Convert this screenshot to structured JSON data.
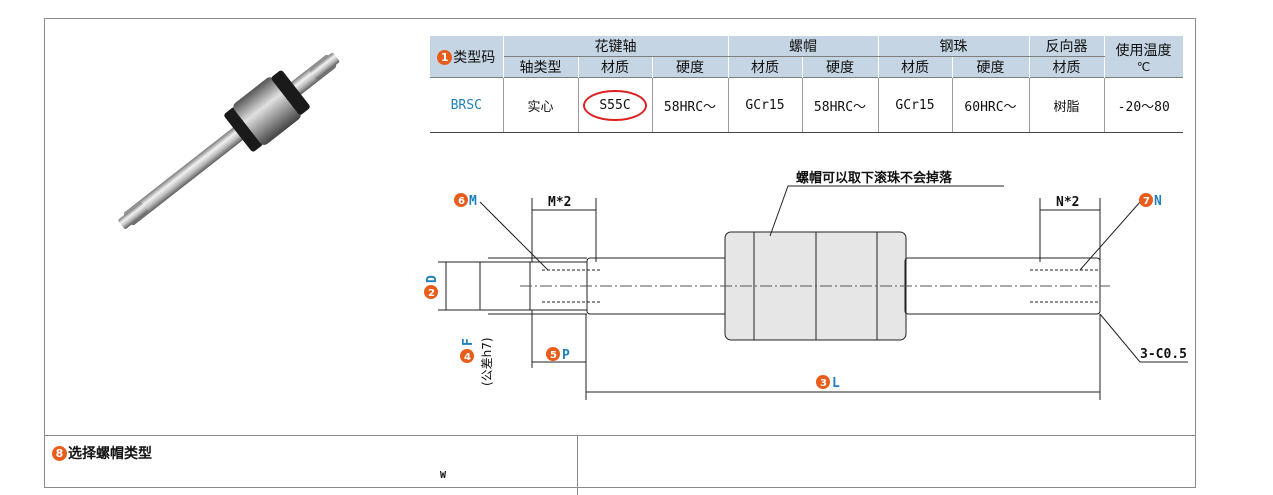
{
  "table": {
    "header": {
      "type_code": "类型码",
      "spline_shaft": "花键轴",
      "nut": "螺帽",
      "ball": "钢珠",
      "reverser": "反向器",
      "temp": "使用温度",
      "temp_unit": "℃"
    },
    "subheader": {
      "shaft_type": "轴类型",
      "shaft_material": "材质",
      "shaft_hardness": "硬度",
      "nut_material": "材质",
      "nut_hardness": "硬度",
      "ball_material": "材质",
      "ball_hardness": "硬度",
      "reverser_material": "材质"
    },
    "row": {
      "code": "BRSC",
      "shaft_type": "实心",
      "shaft_material": "S55C",
      "shaft_hardness": "58HRC～",
      "nut_material": "GCr15",
      "nut_hardness": "58HRC～",
      "ball_material": "GCr15",
      "ball_hardness": "60HRC～",
      "reverser_material": "树脂",
      "temp_range": "-20～80"
    },
    "badge": "1"
  },
  "drawing": {
    "note": "螺帽可以取下滚珠不会掉落",
    "m2": "M*2",
    "n2": "N*2",
    "m": "M",
    "n": "N",
    "d": "D",
    "f": "F",
    "f_tol": "(公差h7)",
    "p": "P",
    "l": "L",
    "chamfer": "3-C0.5",
    "badges": {
      "m": "6",
      "n": "7",
      "d": "2",
      "f": "4",
      "p": "5",
      "l": "3"
    }
  },
  "section": {
    "badge": "8",
    "title": "选择螺帽类型",
    "w": "W"
  }
}
